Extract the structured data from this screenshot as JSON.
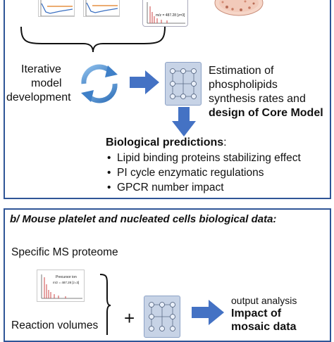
{
  "panel_a": {
    "mini_spectrum_label": "m/z = 487.28 [z=3]",
    "left_label": [
      "Iterative",
      "model",
      "development"
    ],
    "estimation": [
      "Estimation of",
      "phospholipids",
      "synthesis rates and"
    ],
    "core_model": "design of Core Model",
    "predictions_title": "Biological predictions",
    "predictions_colon": ":",
    "predictions": [
      "Lipid binding proteins stabilizing effect",
      "PI cycle enzymatic regulations",
      "GPCR number impact"
    ],
    "icons": [
      "cycle-arrows-icon",
      "right-arrow-icon",
      "down-arrow-icon",
      "model-network-icon",
      "cell-icon"
    ]
  },
  "panel_b": {
    "title": "b/ Mouse platelet and nucleated cells biological data:",
    "specific_ms": "Specific MS proteome",
    "reaction_volumes": "Reaction volumes",
    "plus": "+",
    "output_analysis": "output analysis",
    "impact": [
      "Impact of",
      "mosaic data"
    ],
    "spectrum_label": "Precursor ion",
    "spectrum_sublabel": "m/z = 487.28 [z=3]"
  },
  "colors": {
    "border": "#2f5597",
    "arrow": "#4472c4",
    "model_bg": "#c7d3e6",
    "cycle": "#5b9bd5"
  }
}
